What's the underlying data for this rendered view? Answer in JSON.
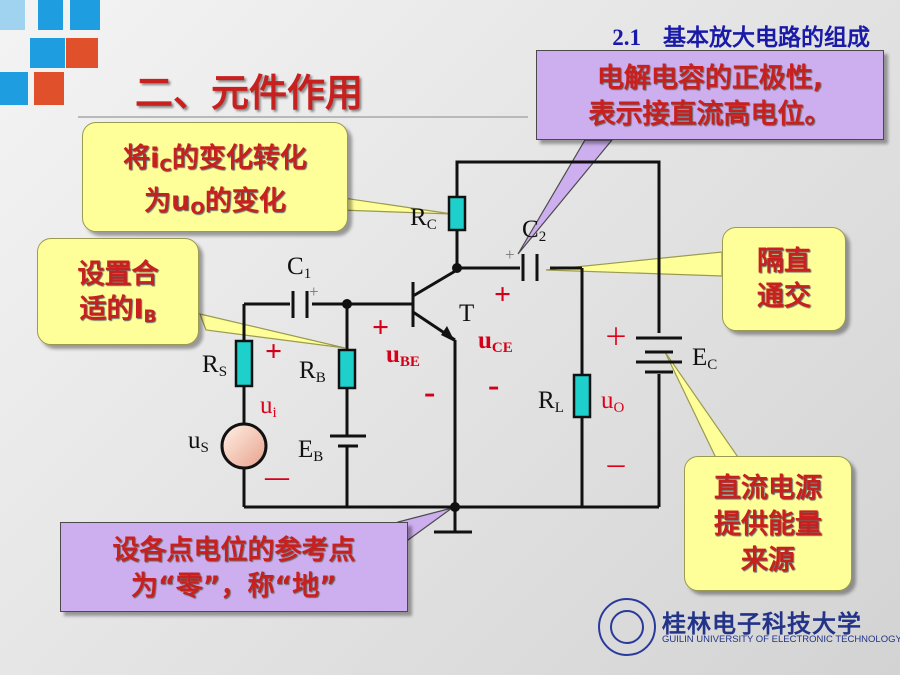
{
  "header": {
    "section_number": "2.1",
    "section_title": "基本放大电路的组成"
  },
  "title": "二、元件作用",
  "callouts": {
    "rc": {
      "pre": "将i",
      "sub": "C",
      "post": "的变化转化",
      "line2_pre": "为u",
      "line2_sub": "O",
      "line2_post": "的变化"
    },
    "rb": {
      "line1": "设置合",
      "line2_pre": "适的I",
      "line2_sub": "B"
    },
    "c2_polarity": {
      "line1": "电解电容的正极性,",
      "line2": "表示接直流高电位。"
    },
    "coupling": {
      "line1": "隔直",
      "line2": "通交"
    },
    "ground": {
      "line1": "设各点电位的参考点",
      "line2": "为“零”，称“地”"
    },
    "ec": {
      "line1": "直流电源",
      "line2": "提供能量",
      "line3": "来源"
    }
  },
  "components": {
    "rc": {
      "main": "R",
      "sub": "C"
    },
    "c2": {
      "main": "C",
      "sub": "2"
    },
    "c1": {
      "main": "C",
      "sub": "1"
    },
    "transistor": "T",
    "rs": {
      "main": "R",
      "sub": "S"
    },
    "rb": {
      "main": "R",
      "sub": "B"
    },
    "rl": {
      "main": "R",
      "sub": "L"
    },
    "ec": {
      "main": "E",
      "sub": "C"
    },
    "eb": {
      "main": "E",
      "sub": "B"
    },
    "us": {
      "main": "u",
      "sub": "S"
    },
    "ui": {
      "main": "u",
      "sub": "i"
    },
    "uo": {
      "main": "u",
      "sub": "O"
    },
    "ube": {
      "main": "u",
      "sub": "BE"
    },
    "uce": {
      "main": "u",
      "sub": "CE"
    }
  },
  "signs": {
    "plus": "+",
    "minus": "-",
    "plus_fw": "＋",
    "minus_fw": "－",
    "dash": "—"
  },
  "logo": {
    "name_cn": "桂林电子科技大学",
    "name_en": "GUILIN UNIVERSITY OF ELECTRONIC TECHNOLOGY"
  },
  "colors": {
    "title_red": "#c8201e",
    "header_blue": "#1a1aa8",
    "callout_yellow": "#ffff99",
    "callout_purple": "#cdaeee",
    "component_cyan": "#1ed0cc",
    "corner_blue": "#1e9de0",
    "corner_orange": "#e0502a"
  }
}
